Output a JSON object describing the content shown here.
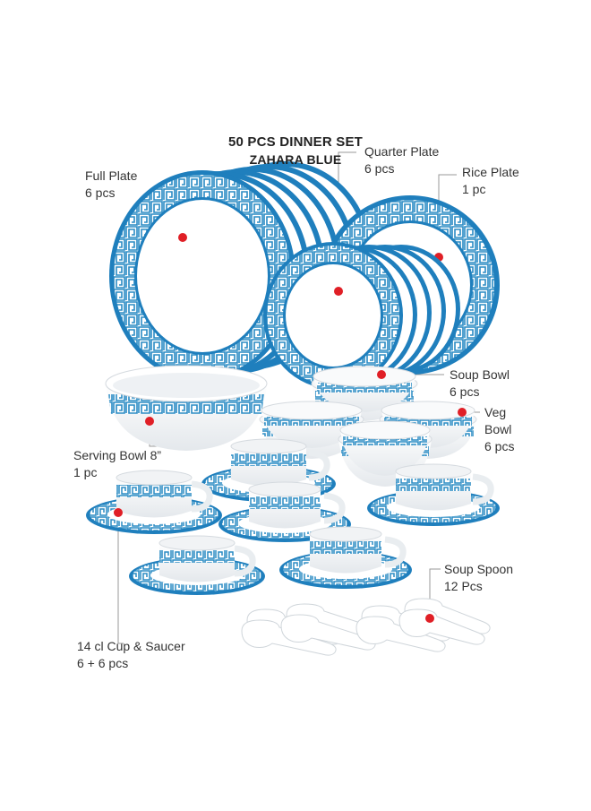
{
  "heading": {
    "title": "50 PCS DINNER SET",
    "subtitle": "ZAHARA BLUE"
  },
  "labels": {
    "full_plate": {
      "name": "Full Plate",
      "qty": "6 pcs"
    },
    "quarter_plate": {
      "name": "Quarter Plate",
      "qty": "6 pcs"
    },
    "rice_plate": {
      "name": "Rice Plate",
      "qty": "1 pc"
    },
    "soup_bowl": {
      "name": "Soup Bowl",
      "qty": "6 pcs"
    },
    "veg_bowl": {
      "name_line1": "Veg",
      "name_line2": "Bowl",
      "qty": "6 pcs"
    },
    "serving_bowl": {
      "name": "Serving Bowl 8”",
      "qty": "1 pc"
    },
    "soup_spoon": {
      "name": "Soup Spoon",
      "qty": "12 Pcs"
    },
    "cup_saucer": {
      "name": "14 cl Cup & Saucer",
      "qty": "6 + 6 pcs"
    }
  },
  "colors": {
    "pattern_blue": "#2a8bc4",
    "rim_blue": "#1f7fbd",
    "marker_red": "#e01f26",
    "leader_line": "#9a9a9a",
    "porcelain": "#ffffff"
  }
}
